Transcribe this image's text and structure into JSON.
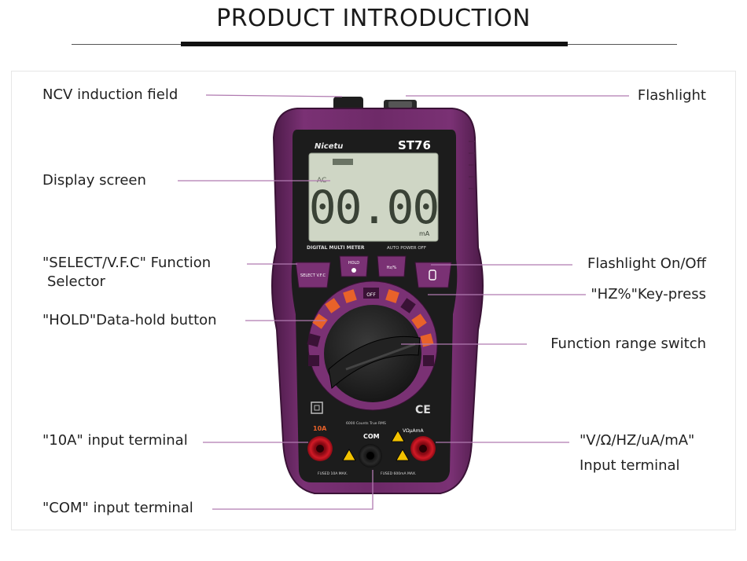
{
  "title": "PRODUCT INTRODUCTION",
  "labels": {
    "ncv": "NCV induction field",
    "display": "Display screen",
    "select_1": "\"SELECT/V.F.C\" Function",
    "select_2": "Selector",
    "hold": "\"HOLD\"Data-hold button",
    "a10": "\"10A\" input terminal",
    "com": "\"COM\" input terminal",
    "flashlight": "Flashlight",
    "flash_onoff": "Flashlight On/Off",
    "hz": "\"HZ%\"Key-press",
    "range": "Function range switch",
    "vohm_1": "\"V/Ω/HZ/uA/mA\"",
    "vohm_2": "Input terminal"
  },
  "device": {
    "brand": "Nicetu",
    "model": "ST76",
    "reading": "00.00",
    "unit": "mA",
    "strip_left": "DIGITAL MULTI METER",
    "strip_right": "AUTO POWER OFF",
    "btn_select": "SELECT V.F.C",
    "btn_hold": "HOLD",
    "btn_hz": "Hz/%",
    "dial_off": "OFF",
    "spec": "6000 Counts True RMS",
    "jack_10a": "10A",
    "jack_com": "COM",
    "jack_v": "VΩμAmA",
    "fuse_left": "FUSED 10A MAX.",
    "fuse_right": "FUSED 600mA MAX.",
    "ce": "CE"
  },
  "colors": {
    "body": "#6e2a68",
    "body_dark": "#4b1a47",
    "bezel": "#1c1c1c",
    "lcd": "#cfd6c5",
    "orange": "#e8622a",
    "red_jack": "#c8101e",
    "leader": "#b07ab0"
  }
}
